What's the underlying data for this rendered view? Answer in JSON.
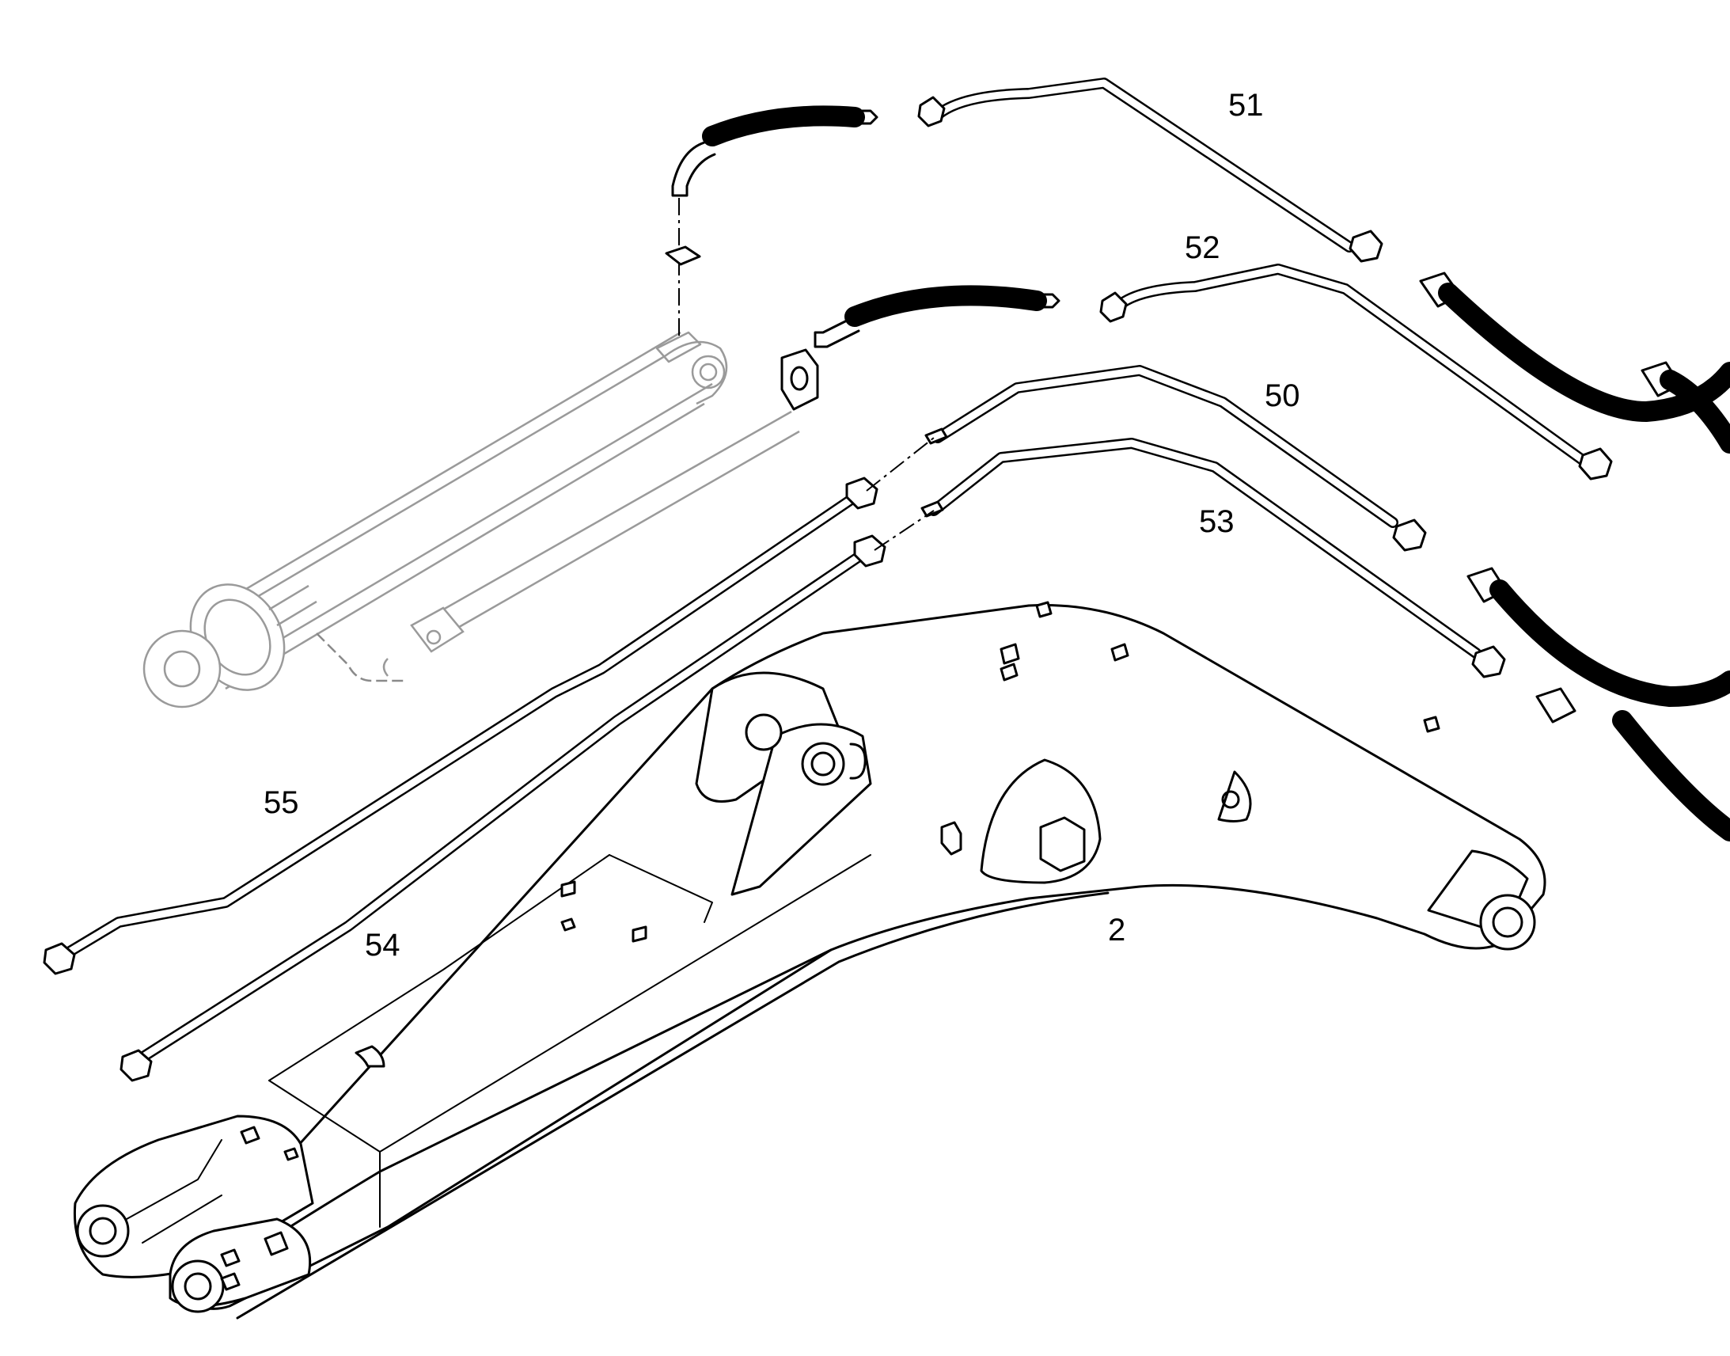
{
  "callouts": {
    "c51": "51",
    "c52": "52",
    "c50": "50",
    "c53": "53",
    "c55": "55",
    "c54": "54",
    "c2": "2"
  }
}
